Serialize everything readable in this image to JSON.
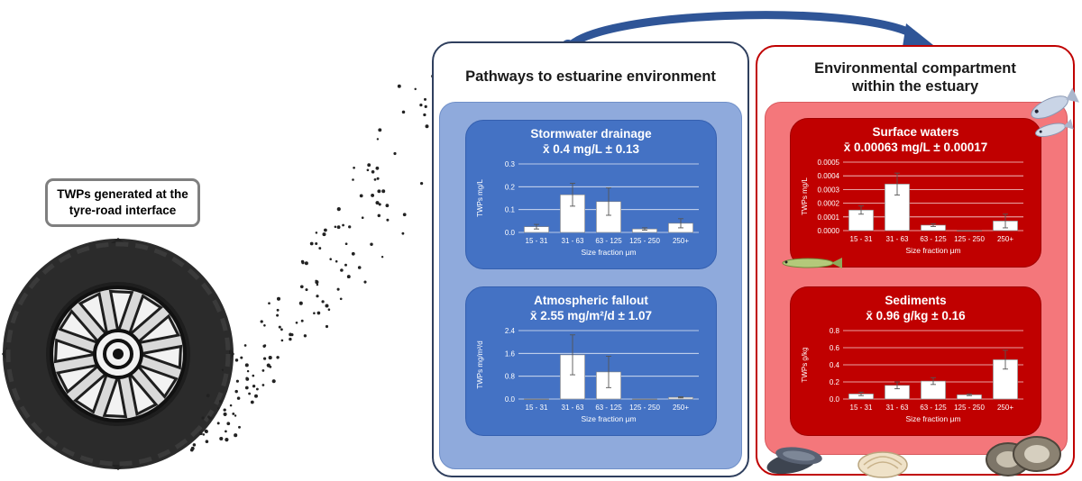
{
  "colors": {
    "path_border": "#2f3f5e",
    "path_fill": "#8faadc",
    "path_chart_bg": "#4472c4",
    "env_border": "#c00000",
    "env_fill": "#f4777b",
    "env_chart_bg": "#c00000",
    "bar_fill": "#ffffff",
    "arrow": "#2f5597"
  },
  "tyre": {
    "label_line1": "TWPs generated at the",
    "label_line2": "tyre-road interface"
  },
  "pathways": {
    "title": "Pathways to estuarine environment"
  },
  "environment": {
    "title_line1": "Environmental compartment",
    "title_line2": "within the estuary"
  },
  "charts": {
    "stormwater": {
      "title": "Stormwater drainage",
      "subtitle": "x̄ 0.4 mg/L ± 0.13"
    },
    "atmospheric": {
      "title": "Atmospheric fallout",
      "subtitle": "x̄  2.55 mg/m²/d ± 1.07"
    },
    "surface": {
      "title": "Surface waters",
      "subtitle": "x̄ 0.00063 mg/L ± 0.00017"
    },
    "sediments": {
      "title": "Sediments",
      "subtitle": "x̄ 0.96 g/kg ± 0.16"
    }
  },
  "chart_data": [
    {
      "id": "stormwater",
      "type": "bar",
      "categories": [
        "15 - 31",
        "31 - 63",
        "63 - 125",
        "125 - 250",
        "250+"
      ],
      "values": [
        0.025,
        0.165,
        0.135,
        0.015,
        0.04
      ],
      "errors": [
        0.01,
        0.05,
        0.06,
        0.005,
        0.02
      ],
      "yticks": [
        "0.0",
        "0.1",
        "0.2",
        "0.3"
      ],
      "ylim": [
        0,
        0.3
      ],
      "xlabel": "Size fraction µm",
      "ylabel": "TWPs mg/L",
      "grid": true
    },
    {
      "id": "atmospheric",
      "type": "bar",
      "categories": [
        "15 - 31",
        "31 - 63",
        "63 - 125",
        "125 - 250",
        "250+"
      ],
      "values": [
        0.0,
        1.55,
        0.95,
        0.0,
        0.06
      ],
      "errors": [
        0.0,
        0.7,
        0.55,
        0.0,
        0.02
      ],
      "yticks": [
        "0.0",
        "0.8",
        "1.6",
        "2.4"
      ],
      "ylim": [
        0,
        2.4
      ],
      "xlabel": "Size fraction µm",
      "ylabel": "TWPs mg/m²/d",
      "grid": true
    },
    {
      "id": "surface",
      "type": "bar",
      "categories": [
        "15 - 31",
        "31 - 63",
        "63 - 125",
        "125 - 250",
        "250+"
      ],
      "values": [
        0.00015,
        0.00034,
        4e-05,
        0.0,
        7e-05
      ],
      "errors": [
        3e-05,
        8e-05,
        1e-05,
        0.0,
        5e-05
      ],
      "yticks": [
        "0.0000",
        "0.0001",
        "0.0002",
        "0.0003",
        "0.0004",
        "0.0005"
      ],
      "ylim": [
        0,
        0.0005
      ],
      "xlabel": "Size fraction µm",
      "ylabel": "TWPs mg/L",
      "grid": true
    },
    {
      "id": "sediments",
      "type": "bar",
      "categories": [
        "15 - 31",
        "31 - 63",
        "63 - 125",
        "125 - 250",
        "250+"
      ],
      "values": [
        0.06,
        0.16,
        0.21,
        0.05,
        0.46
      ],
      "errors": [
        0.02,
        0.04,
        0.04,
        0.01,
        0.11
      ],
      "yticks": [
        "0.0",
        "0.2",
        "0.4",
        "0.6",
        "0.8"
      ],
      "ylim": [
        0,
        0.8
      ],
      "xlabel": "Size fraction µm",
      "ylabel": "TWPs g/kg",
      "grid": true
    }
  ]
}
